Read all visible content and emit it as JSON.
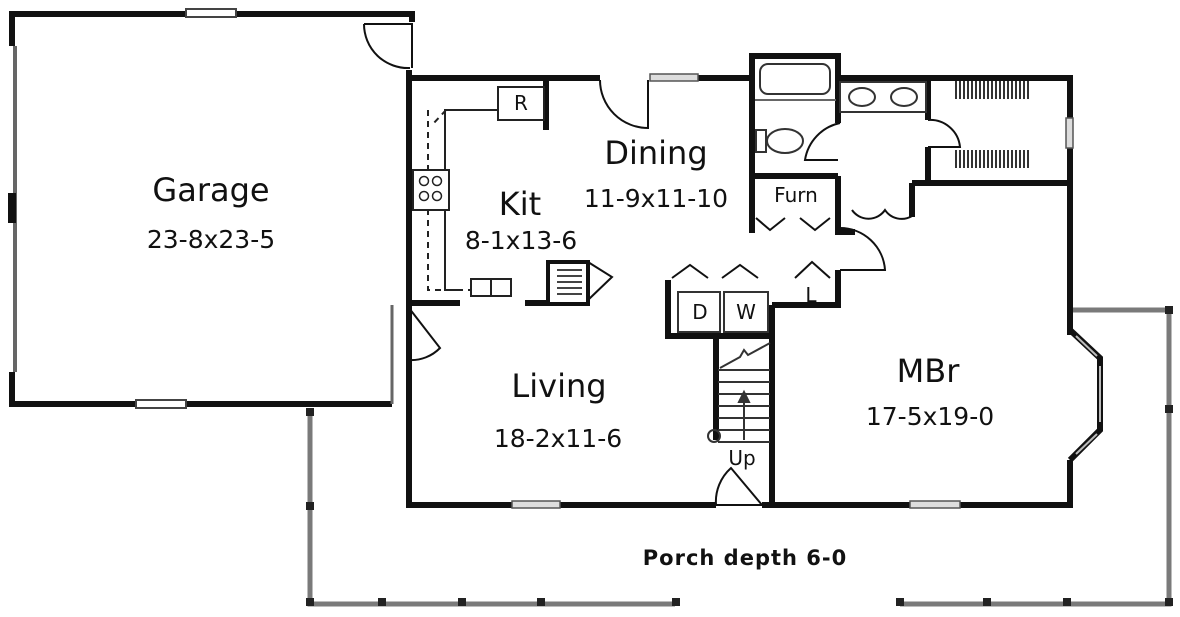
{
  "plan": {
    "type": "floor-plan",
    "rooms": [
      {
        "id": "garage",
        "name": "Garage",
        "dimensions": "23-8x23-5"
      },
      {
        "id": "kitchen",
        "name": "Kit",
        "dimensions": "8-1x13-6"
      },
      {
        "id": "dining",
        "name": "Dining",
        "dimensions": "11-9x11-10"
      },
      {
        "id": "living",
        "name": "Living",
        "dimensions": "18-2x11-6"
      },
      {
        "id": "master-bedroom",
        "name": "MBr",
        "dimensions": "17-5x19-0"
      },
      {
        "id": "furnace",
        "name": "Furn"
      }
    ],
    "fixtures": {
      "refrigerator": "R",
      "dryer": "D",
      "washer": "W",
      "linen": "L",
      "stairs": "Up"
    },
    "porch": {
      "label": "Porch depth 6-0"
    },
    "colors": {
      "wall": "#111111",
      "porch_rail": "#777777",
      "window": "#bbbbbb",
      "background": "#ffffff"
    }
  }
}
